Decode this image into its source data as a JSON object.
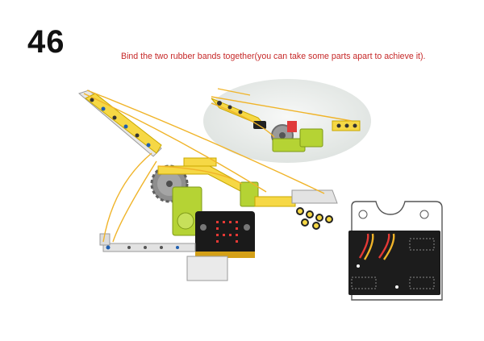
{
  "step": {
    "number": "46",
    "instruction": "Bind the two rubber bands together(you can take some parts apart to achieve it)."
  },
  "colors": {
    "number": "#111111",
    "instruction": "#c62828",
    "rubber_band": "#f0b429",
    "lime_part": "#b5d334",
    "yellow_part": "#f6d845",
    "gear": "#8e8e8e",
    "microbit": "#1a1a1a",
    "led": "#e53935",
    "battery_box": "#1c1c1c"
  },
  "icons": [
    "microbit-board",
    "battery-box",
    "gear-icon"
  ]
}
